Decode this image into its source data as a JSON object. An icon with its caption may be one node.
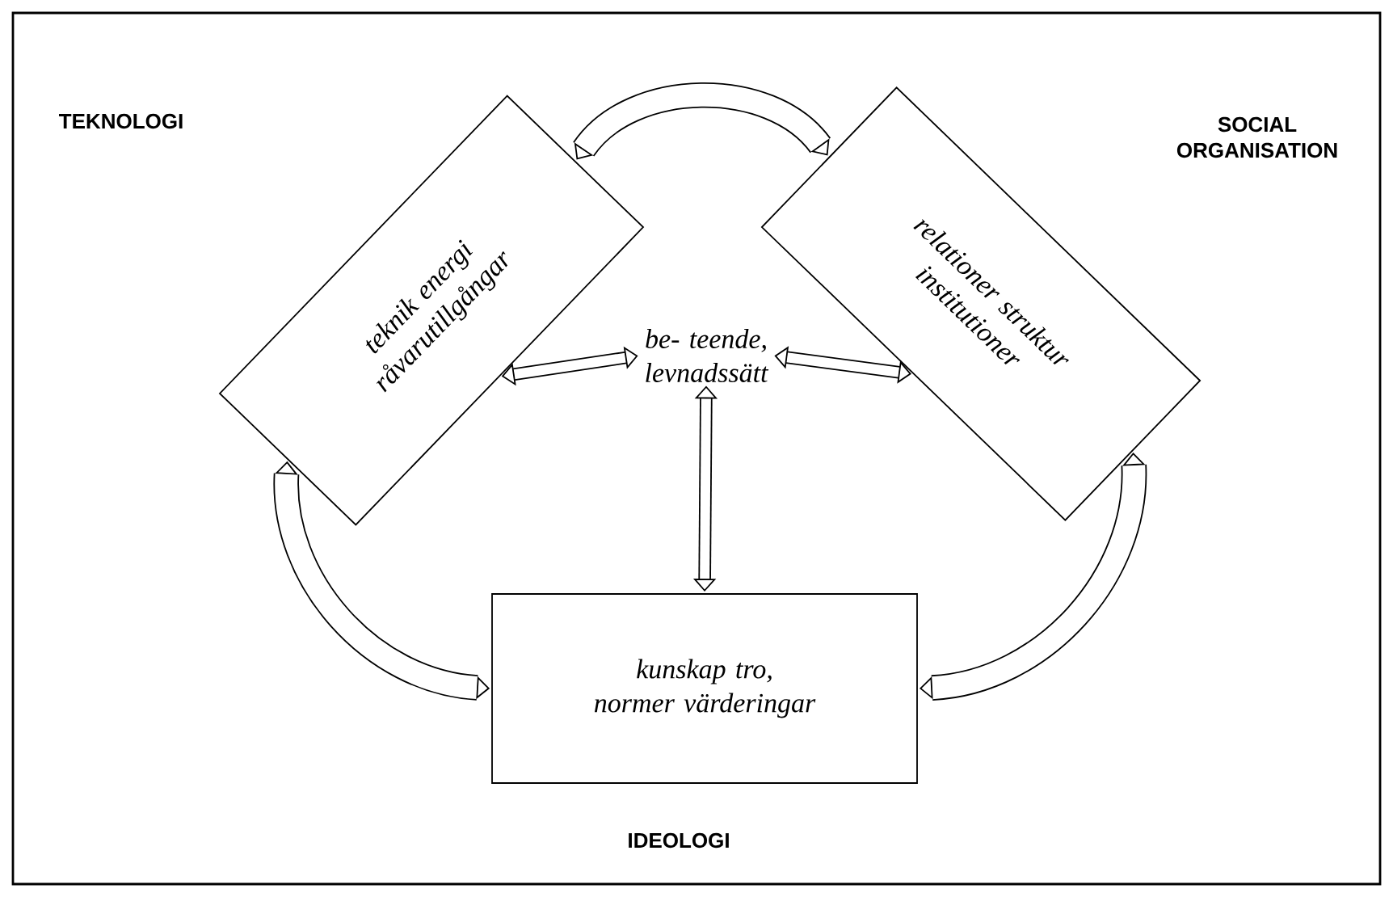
{
  "diagram": {
    "nodes": [
      {
        "text": [
          "TEKNOLOGI",
          "teknik energi råvarutillgångar"
        ]
      },
      {
        "text": [
          "SOCIAL ORGANISATION",
          "relationer struktur institutioner"
        ]
      },
      {
        "text": [
          "kunskap tro, normer värderingar",
          "IDEOLOGI"
        ]
      },
      {
        "text": [
          "be- teende, levnadssätt"
        ]
      }
    ],
    "edges": [
      {
        "from": 0,
        "to": 1,
        "arrow": "both",
        "style": "thick"
      },
      {
        "from": 1,
        "to": 2,
        "arrow": "both",
        "style": "thick"
      },
      {
        "from": 2,
        "to": 0,
        "arrow": "both",
        "style": "thick"
      },
      {
        "from": 3,
        "to": 0,
        "arrow": "both"
      },
      {
        "from": 3,
        "to": 1,
        "arrow": "both"
      },
      {
        "from": 3,
        "to": 2,
        "arrow": "both"
      }
    ]
  }
}
